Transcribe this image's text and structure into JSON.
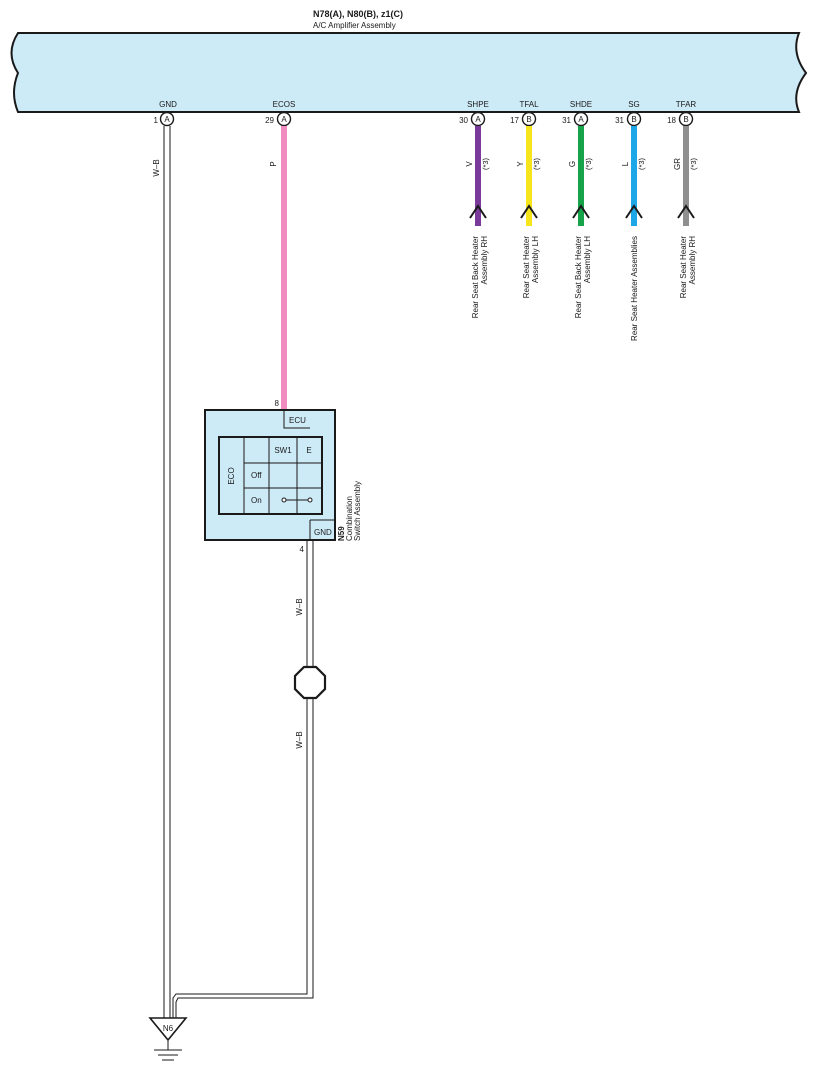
{
  "amplifier": {
    "connectors": "N78(A), N80(B), z1(C)",
    "name": "A/C Amplifier Assembly"
  },
  "pins": [
    {
      "terminal": "GND",
      "pin": "1",
      "connector": "A",
      "wire": "W–B",
      "color": "#ffffff"
    },
    {
      "terminal": "ECOS",
      "pin": "29",
      "connector": "A",
      "wire": "P",
      "color": "#f08cbf"
    },
    {
      "terminal": "SHPE",
      "pin": "30",
      "connector": "A",
      "wire": "V",
      "note": "(*3)",
      "color": "#7a3a9a",
      "destination": [
        "Rear Seat Back Heater",
        "Assembly RH"
      ]
    },
    {
      "terminal": "TFAL",
      "pin": "17",
      "connector": "B",
      "wire": "Y",
      "note": "(*3)",
      "color": "#f5e51a",
      "destination": [
        "Rear Seat Heater",
        "Assembly LH"
      ]
    },
    {
      "terminal": "SHDE",
      "pin": "31",
      "connector": "A",
      "wire": "G",
      "note": "(*3)",
      "color": "#16a34a",
      "destination": [
        "Rear Seat Back Heater",
        "Assembly LH"
      ]
    },
    {
      "terminal": "SG",
      "pin": "31",
      "connector": "B",
      "wire": "L",
      "note": "(*3)",
      "color": "#1ea7e6",
      "destination": [
        "Rear Seat Heater Assemblies"
      ]
    },
    {
      "terminal": "TFAR",
      "pin": "18",
      "connector": "B",
      "wire": "GR",
      "note": "(*3)",
      "color": "#8f8f8f",
      "destination": [
        "Rear Seat Heater",
        "Assembly RH"
      ]
    }
  ],
  "switch": {
    "id": "N59",
    "name_line1": "Combination",
    "name_line2": "Switch Assembly",
    "ecu_pin": "8",
    "ecu_label": "ECU",
    "gnd_pin": "4",
    "gnd_label": "GND",
    "table": {
      "row_label": "ECO",
      "columns": [
        "SW1",
        "E"
      ],
      "rows": [
        "Off",
        "On"
      ]
    }
  },
  "ground_wire": {
    "label_upper": "W–B",
    "label_lower": "W–B"
  },
  "ground_point": "N6"
}
